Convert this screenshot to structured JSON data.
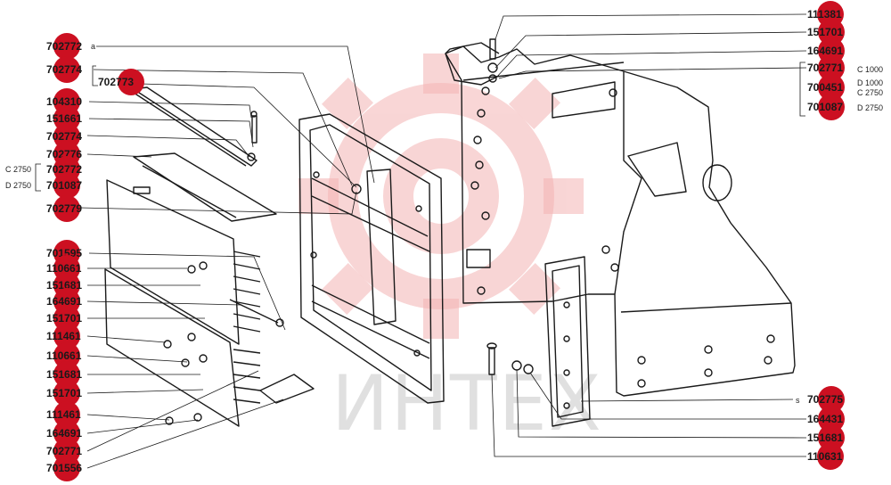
{
  "watermark": {
    "text": "ИНТЕХ",
    "color": "#e8a0a0"
  },
  "accent_color": "#cc1021",
  "left_labels": [
    {
      "id": "702772",
      "suffix": "a"
    },
    {
      "id": "702774",
      "suffix": ""
    },
    {
      "id": "702773",
      "suffix": ""
    },
    {
      "id": "104310",
      "suffix": ""
    },
    {
      "id": "151661",
      "suffix": ""
    },
    {
      "id": "702774",
      "suffix": ""
    },
    {
      "id": "702776",
      "suffix": ""
    },
    {
      "id": "702772",
      "suffix": ""
    },
    {
      "id": "701087",
      "suffix": ""
    },
    {
      "id": "702779",
      "suffix": ""
    },
    {
      "id": "701595",
      "suffix": ""
    },
    {
      "id": "110661",
      "suffix": ""
    },
    {
      "id": "151681",
      "suffix": ""
    },
    {
      "id": "164691",
      "suffix": ""
    },
    {
      "id": "151701",
      "suffix": ""
    },
    {
      "id": "111461",
      "suffix": ""
    },
    {
      "id": "110661",
      "suffix": ""
    },
    {
      "id": "151681",
      "suffix": ""
    },
    {
      "id": "151701",
      "suffix": ""
    },
    {
      "id": "111461",
      "suffix": ""
    },
    {
      "id": "164691",
      "suffix": ""
    },
    {
      "id": "702771",
      "suffix": ""
    },
    {
      "id": "701556",
      "suffix": ""
    }
  ],
  "left_notes": [
    "C 2750",
    "D 2750"
  ],
  "right_labels": [
    {
      "id": "111381"
    },
    {
      "id": "151701"
    },
    {
      "id": "164691"
    },
    {
      "id": "702771"
    },
    {
      "id": "700451"
    },
    {
      "id": "701087"
    },
    {
      "id": "702775"
    },
    {
      "id": "164431"
    },
    {
      "id": "151681"
    },
    {
      "id": "110631"
    }
  ],
  "right_notes": [
    "C 1000",
    "D 1000",
    "C 2750",
    "D 2750"
  ],
  "right_prefix": "s"
}
